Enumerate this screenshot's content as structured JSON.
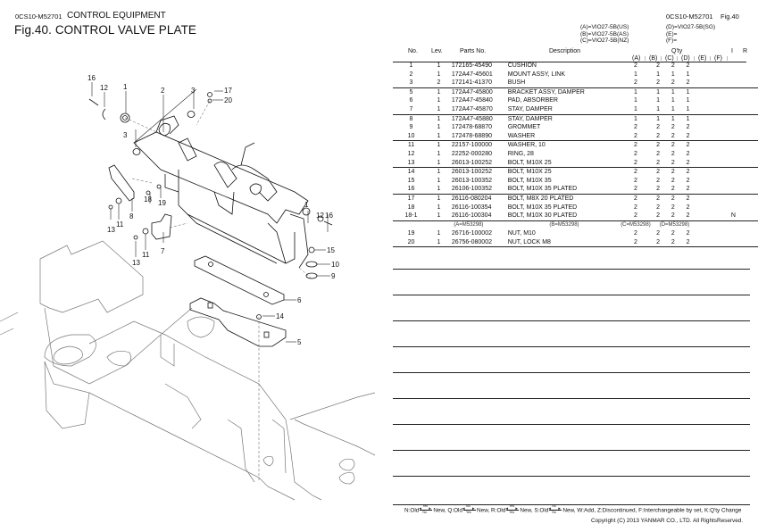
{
  "header": {
    "doc_code": "0CS10-M52701",
    "section": "CONTROL EQUIPMENT",
    "figure_title": "Fig.40.  CONTROL VALVE PLATE",
    "right_code": "0CS10-M52701",
    "right_fig": "Fig.40"
  },
  "models": {
    "A": "(A)=VIO27-5B(US)",
    "B": "(B)=VIO27-5B(AS)",
    "C": "(C)=VIO27-5B(NZ)",
    "D": "(D)=VIO27-5B(SG)",
    "E": "(E)=",
    "F": "(F)="
  },
  "table": {
    "headers": {
      "no": "No.",
      "lev": "Lev.",
      "parts_no": "Parts No.",
      "description": "Description",
      "qty": "Q'ty",
      "a": "(A)",
      "b": "(B)",
      "c": "(C)",
      "d": "(D)",
      "e": "(E)",
      "f": "(F)",
      "i": "I",
      "r": "R"
    },
    "rows": [
      {
        "no": "1",
        "lev": "1",
        "pn": "172165-45490",
        "desc": "CUSHION",
        "a": "2",
        "b": "2",
        "c": "2",
        "d": "2",
        "e": "",
        "f": "",
        "i": "",
        "r": ""
      },
      {
        "no": "2",
        "lev": "1",
        "pn": "172A47-45601",
        "desc": "MOUNT ASSY, LINK",
        "a": "1",
        "b": "1",
        "c": "1",
        "d": "1",
        "e": "",
        "f": "",
        "i": "",
        "r": ""
      },
      {
        "no": "3",
        "lev": "2",
        "pn": "172141-41370",
        "desc": "BUSH",
        "a": "2",
        "b": "2",
        "c": "2",
        "d": "2",
        "e": "",
        "f": "",
        "i": "",
        "r": ""
      },
      {
        "no": "5",
        "lev": "1",
        "pn": "172A47-45800",
        "desc": "BRACKET ASSY, DAMPER",
        "a": "1",
        "b": "1",
        "c": "1",
        "d": "1",
        "e": "",
        "f": "",
        "i": "",
        "r": ""
      },
      {
        "no": "6",
        "lev": "1",
        "pn": "172A47-45840",
        "desc": "PAD, ABSORBER",
        "a": "1",
        "b": "1",
        "c": "1",
        "d": "1",
        "e": "",
        "f": "",
        "i": "",
        "r": ""
      },
      {
        "no": "7",
        "lev": "1",
        "pn": "172A47-45870",
        "desc": "STAY, DAMPER",
        "a": "1",
        "b": "1",
        "c": "1",
        "d": "1",
        "e": "",
        "f": "",
        "i": "",
        "r": ""
      },
      {
        "no": "8",
        "lev": "1",
        "pn": "172A47-45880",
        "desc": "STAY, DAMPER",
        "a": "1",
        "b": "1",
        "c": "1",
        "d": "1",
        "e": "",
        "f": "",
        "i": "",
        "r": ""
      },
      {
        "no": "9",
        "lev": "1",
        "pn": "172478-68870",
        "desc": "GROMMET",
        "a": "2",
        "b": "2",
        "c": "2",
        "d": "2",
        "e": "",
        "f": "",
        "i": "",
        "r": ""
      },
      {
        "no": "10",
        "lev": "1",
        "pn": "172478-68890",
        "desc": "WASHER",
        "a": "2",
        "b": "2",
        "c": "2",
        "d": "2",
        "e": "",
        "f": "",
        "i": "",
        "r": ""
      },
      {
        "no": "11",
        "lev": "1",
        "pn": "22157-100000",
        "desc": "WASHER, 10",
        "a": "2",
        "b": "2",
        "c": "2",
        "d": "2",
        "e": "",
        "f": "",
        "i": "",
        "r": ""
      },
      {
        "no": "12",
        "lev": "1",
        "pn": "22252-000280",
        "desc": "RING,  28",
        "a": "2",
        "b": "2",
        "c": "2",
        "d": "2",
        "e": "",
        "f": "",
        "i": "",
        "r": ""
      },
      {
        "no": "13",
        "lev": "1",
        "pn": "26013-100252",
        "desc": "BOLT, M10X 25",
        "a": "2",
        "b": "2",
        "c": "2",
        "d": "2",
        "e": "",
        "f": "",
        "i": "",
        "r": ""
      },
      {
        "no": "14",
        "lev": "1",
        "pn": "26013-100252",
        "desc": "BOLT, M10X 25",
        "a": "2",
        "b": "2",
        "c": "2",
        "d": "2",
        "e": "",
        "f": "",
        "i": "",
        "r": ""
      },
      {
        "no": "15",
        "lev": "1",
        "pn": "26013-100352",
        "desc": "BOLT, M10X 35",
        "a": "2",
        "b": "2",
        "c": "2",
        "d": "2",
        "e": "",
        "f": "",
        "i": "",
        "r": ""
      },
      {
        "no": "16",
        "lev": "1",
        "pn": "26106-100352",
        "desc": "BOLT, M10X 35 PLATED",
        "a": "2",
        "b": "2",
        "c": "2",
        "d": "2",
        "e": "",
        "f": "",
        "i": "",
        "r": ""
      },
      {
        "no": "17",
        "lev": "1",
        "pn": "26116-080204",
        "desc": "BOLT, M8X 20 PLATED",
        "a": "2",
        "b": "2",
        "c": "2",
        "d": "2",
        "e": "",
        "f": "",
        "i": "",
        "r": ""
      },
      {
        "no": "18",
        "lev": "1",
        "pn": "26116-100354",
        "desc": "BOLT, M10X 35 PLATED",
        "a": "2",
        "b": "2",
        "c": "2",
        "d": "2",
        "e": "",
        "f": "",
        "i": "",
        "r": ""
      },
      {
        "no": "18-1",
        "lev": "1",
        "pn": "26116-100304",
        "desc": "BOLT, M10X 30 PLATED",
        "a": "2",
        "b": "2",
        "c": "2",
        "d": "2",
        "e": "",
        "f": "",
        "i": "N",
        "r": ""
      }
    ],
    "serial_note": {
      "a": "(A=M53298)",
      "b": "(B=M53298)",
      "c": "(C=M53298)",
      "d": "(D=M53298)"
    },
    "rows_after_note": [
      {
        "no": "19",
        "lev": "1",
        "pn": "26716-100002",
        "desc": "NUT, M10",
        "a": "2",
        "b": "2",
        "c": "2",
        "d": "2",
        "e": "",
        "f": "",
        "i": "",
        "r": ""
      },
      {
        "no": "20",
        "lev": "1",
        "pn": "26756-080002",
        "desc": "NUT, LOCK M8",
        "a": "2",
        "b": "2",
        "c": "2",
        "d": "2",
        "e": "",
        "f": "",
        "i": "",
        "r": ""
      }
    ]
  },
  "diagram": {
    "callouts": [
      "1",
      "2",
      "3",
      "3",
      "5",
      "6",
      "7",
      "8",
      "9",
      "10",
      "11",
      "11",
      "12",
      "12",
      "13",
      "13",
      "14",
      "15",
      "16",
      "16",
      "17",
      "18",
      "19",
      "20",
      "1"
    ]
  },
  "footer": {
    "legend": "N:Old ←Yes/No→ New, Q:Old ←No/Yes→ New, R:Old ←Yes/Yes→ New, S:Old ←No/No→ New, W:Add, Z:Discontinued, F:Interchangeable by set, K:Q'ty Change",
    "legend_parts": [
      {
        "label": "N:Old",
        "top": "Yes",
        "bottom": "No",
        "after": "New,"
      },
      {
        "label": "Q:Old",
        "top": "No",
        "bottom": "Yes",
        "after": "New,"
      },
      {
        "label": "R:Old",
        "top": "Yes",
        "bottom": "Yes",
        "after": "New,"
      },
      {
        "label": "S:Old",
        "top": "No",
        "bottom": "No",
        "after": "New, W:Add, Z:Discontinued, F:Interchangeable by set, K:Q'ty Change"
      }
    ],
    "copyright": "Copyright (C) 2013 YANMAR CO., LTD. All RightsReserved."
  }
}
